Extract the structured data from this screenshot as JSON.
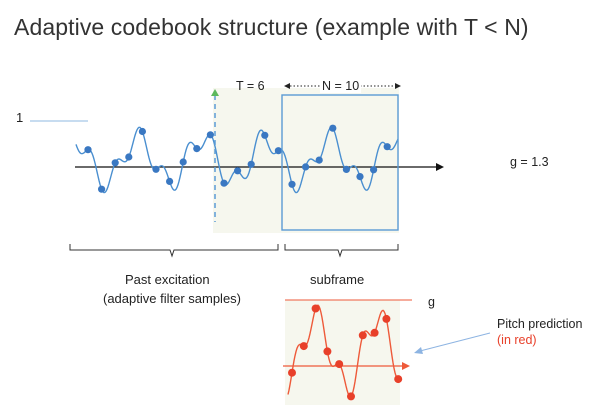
{
  "slide": {
    "title": "Adaptive codebook structure (example with T < N)",
    "label_one": "1",
    "label_T": "T = 6",
    "label_N": "N = 10",
    "label_g_value": "g = 1.3",
    "past_line1": "Past excitation",
    "past_line2": "(adaptive filter samples)",
    "subframe": "subframe",
    "label_g": "g",
    "pitch_line1": "Pitch prediction",
    "pitch_line2": "(in red)"
  },
  "colors": {
    "signal": "#4a8fd0",
    "sample_dot": "#3a78c2",
    "box": "#5b9bd5",
    "pitch": "#ee5a3a",
    "pitch_dot": "#e8402a",
    "panel": "#f6f7ee",
    "arrow": "#8db4e2",
    "marker": "#5cb85c"
  }
}
